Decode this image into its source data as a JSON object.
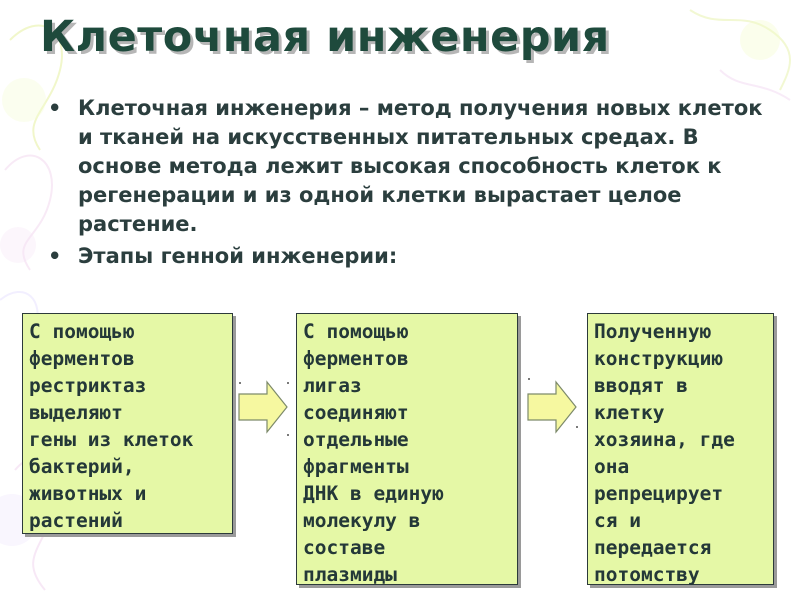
{
  "title": "Клеточная инженерия",
  "bullets": [
    "Клеточная инженерия – метод получения новых клеток и тканей на искусственных питательных средах. В основе метода лежит высокая способность клеток к регенерации и из одной клетки вырастает целое растение.",
    "Этапы генной инженерии:"
  ],
  "steps": [
    "С помощью\nферментов\nрестриктаз\nвыделяют\nгены из клеток\nбактерий,\nживотных и\nрастений",
    "С помощью\nферментов\nлигаз\nсоединяют\nотдельные\nфрагменты\nДНК в единую\nмолекулу в\nсоставе\nплазмиды",
    "Полученную\nконструкцию\nвводят в\nклетку\nхозяина, где\nона\nрепрецирует\nся и\nпередается\nпотомству"
  ],
  "colors": {
    "title": "#1e4a3c",
    "text": "#2b3e3e",
    "box_fill": "#e5f8a6",
    "arrow_fill": "#f6f8a0"
  },
  "icons": {
    "arrow": "right-arrow-icon",
    "bullet": "bullet-dot-icon"
  }
}
